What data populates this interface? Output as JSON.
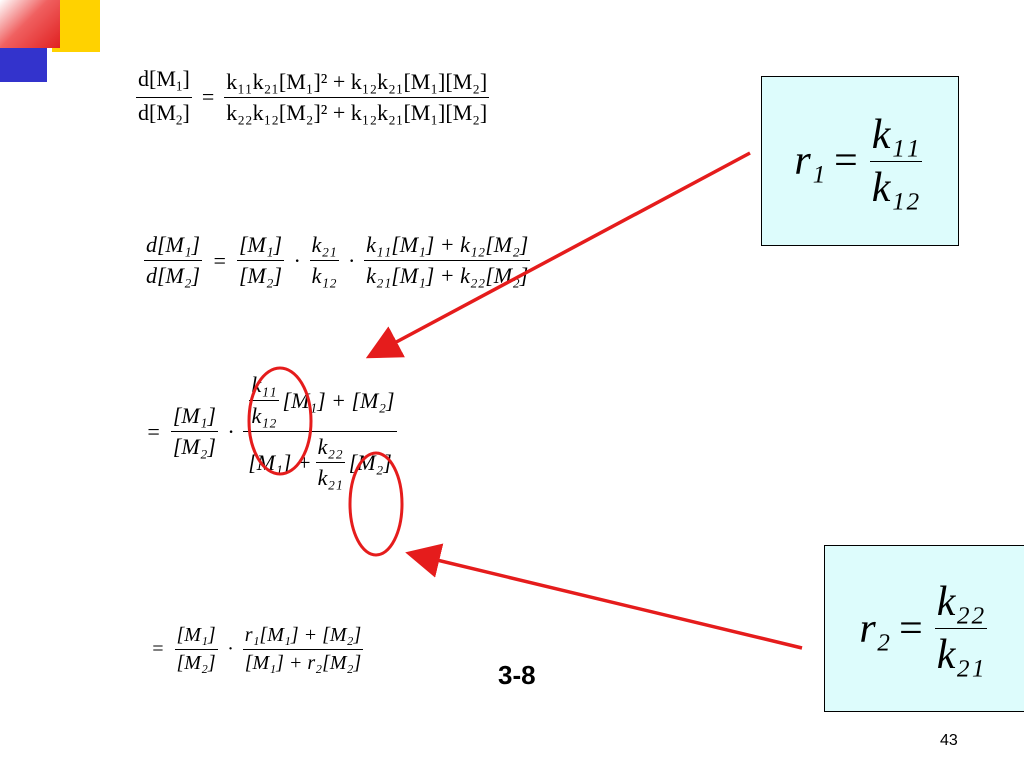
{
  "slide": {
    "label_text": "3-8",
    "page_number": "43"
  },
  "eq1": {
    "lhs_num": "d[M",
    "lhs_num_sub": "1",
    "lhs_num_end": "]",
    "lhs_den": "d[M",
    "lhs_den_sub": "2",
    "lhs_den_end": "]",
    "equals": "=",
    "rhs_num": "k₁₁k₂₁[M₁]² + k₁₂k₂₁[M₁][M₂]",
    "rhs_den": "k₂₂k₁₂[M₂]² + k₁₂k₂₁[M₁][M₂]"
  },
  "eq2": {
    "lhs_num": "d[M₁]",
    "lhs_den": "d[M₂]",
    "equals": "=",
    "f1_num": "[M₁]",
    "f1_den": "[M₂]",
    "dot": "·",
    "f2_num": "k₂₁",
    "f2_den": "k₁₂",
    "f3_num": "k₁₁[M₁] + k₁₂[M₂]",
    "f3_den": "k₂₁[M₁] + k₂₂[M₂]"
  },
  "eq3": {
    "equals": "=",
    "f1_num": "[M₁]",
    "f1_den": "[M₂]",
    "dot": "·",
    "inner_top_num": "k₁₁",
    "inner_top_den": "k₁₂",
    "top_rest": "[M₁] + [M₂]",
    "bottom_start": "[M₁] +",
    "inner_bot_num": "k₂₂",
    "inner_bot_den": "k₂₁",
    "bottom_rest": "[M₂]"
  },
  "eq4": {
    "equals": "=",
    "f1_num": "[M₁]",
    "f1_den": "[M₂]",
    "dot": "·",
    "f2_num": "r₁[M₁] + [M₂]",
    "f2_den": "[M₁] + r₂[M₂]"
  },
  "box1": {
    "lhs": "r₁",
    "equals": "=",
    "num": "k₁₁",
    "den": "k₁₂"
  },
  "box2": {
    "lhs": "r₂",
    "equals": "=",
    "num": "k₂₂",
    "den": "k₂₁"
  },
  "colors": {
    "box_fill": "#ddfcfc",
    "arrow": "#e51c1c",
    "deco_red": "#f04040",
    "deco_yellow": "#ffd200",
    "deco_blue": "#3333cc"
  }
}
